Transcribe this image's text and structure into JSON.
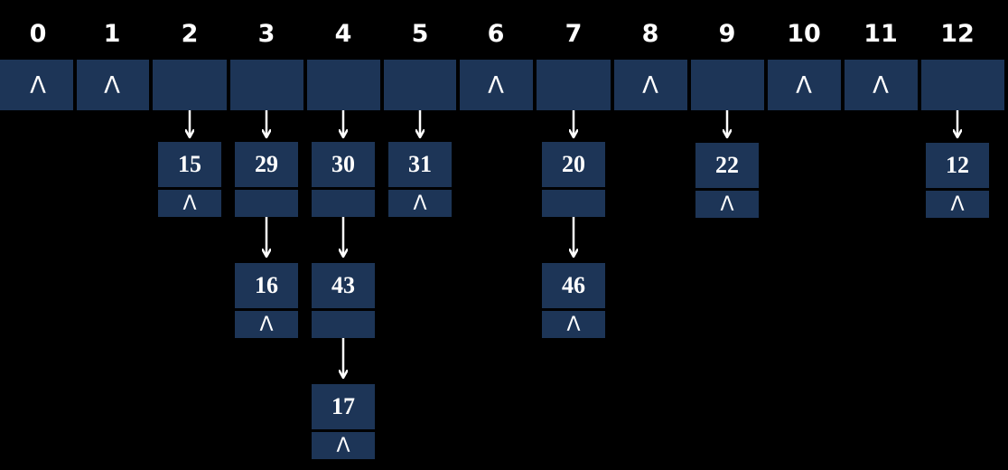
{
  "null_symbol": "Λ",
  "colors": {
    "cell": "#1d3557",
    "text": "#ffffff",
    "background": "#000000"
  },
  "slots": [
    {
      "index": "0",
      "chain": []
    },
    {
      "index": "1",
      "chain": []
    },
    {
      "index": "2",
      "chain": [
        "15"
      ]
    },
    {
      "index": "3",
      "chain": [
        "29",
        "16"
      ]
    },
    {
      "index": "4",
      "chain": [
        "30",
        "43",
        "17"
      ]
    },
    {
      "index": "5",
      "chain": [
        "31"
      ]
    },
    {
      "index": "6",
      "chain": []
    },
    {
      "index": "7",
      "chain": [
        "20",
        "46"
      ]
    },
    {
      "index": "8",
      "chain": []
    },
    {
      "index": "9",
      "chain": [
        "22"
      ]
    },
    {
      "index": "10",
      "chain": []
    },
    {
      "index": "11",
      "chain": []
    },
    {
      "index": "12",
      "chain": [
        "12"
      ]
    }
  ]
}
